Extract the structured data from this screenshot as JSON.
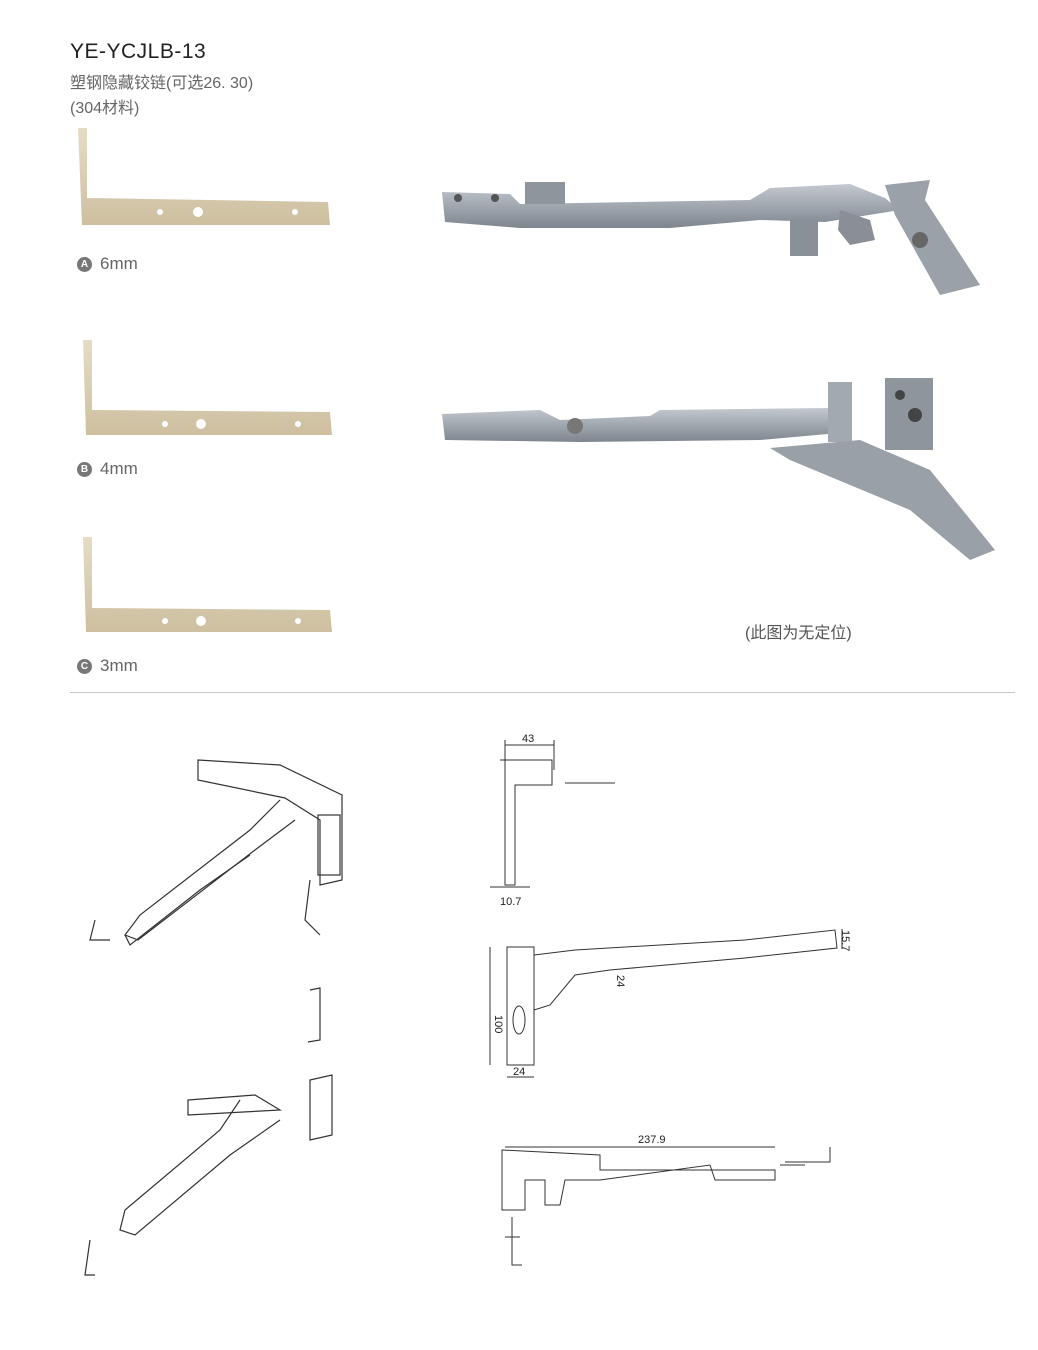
{
  "header": {
    "model": "YE-YCJLB-13",
    "name": "塑钢隐藏铰链(可选26. 30)",
    "material": "(304材料)"
  },
  "options": [
    {
      "badge": "A",
      "label": "6mm"
    },
    {
      "badge": "B",
      "label": "4mm"
    },
    {
      "badge": "C",
      "label": "3mm"
    }
  ],
  "note": "(此图为无定位)",
  "dimensions": {
    "top_width": "43",
    "top_thickness": "10.7",
    "height": "100",
    "plate_width": "24",
    "arm_offset": "24",
    "arm_width": "15.7",
    "total_length": "237.9"
  },
  "colors": {
    "bracket": "#d9cdb5",
    "metal": "#9aa0a8"
  }
}
